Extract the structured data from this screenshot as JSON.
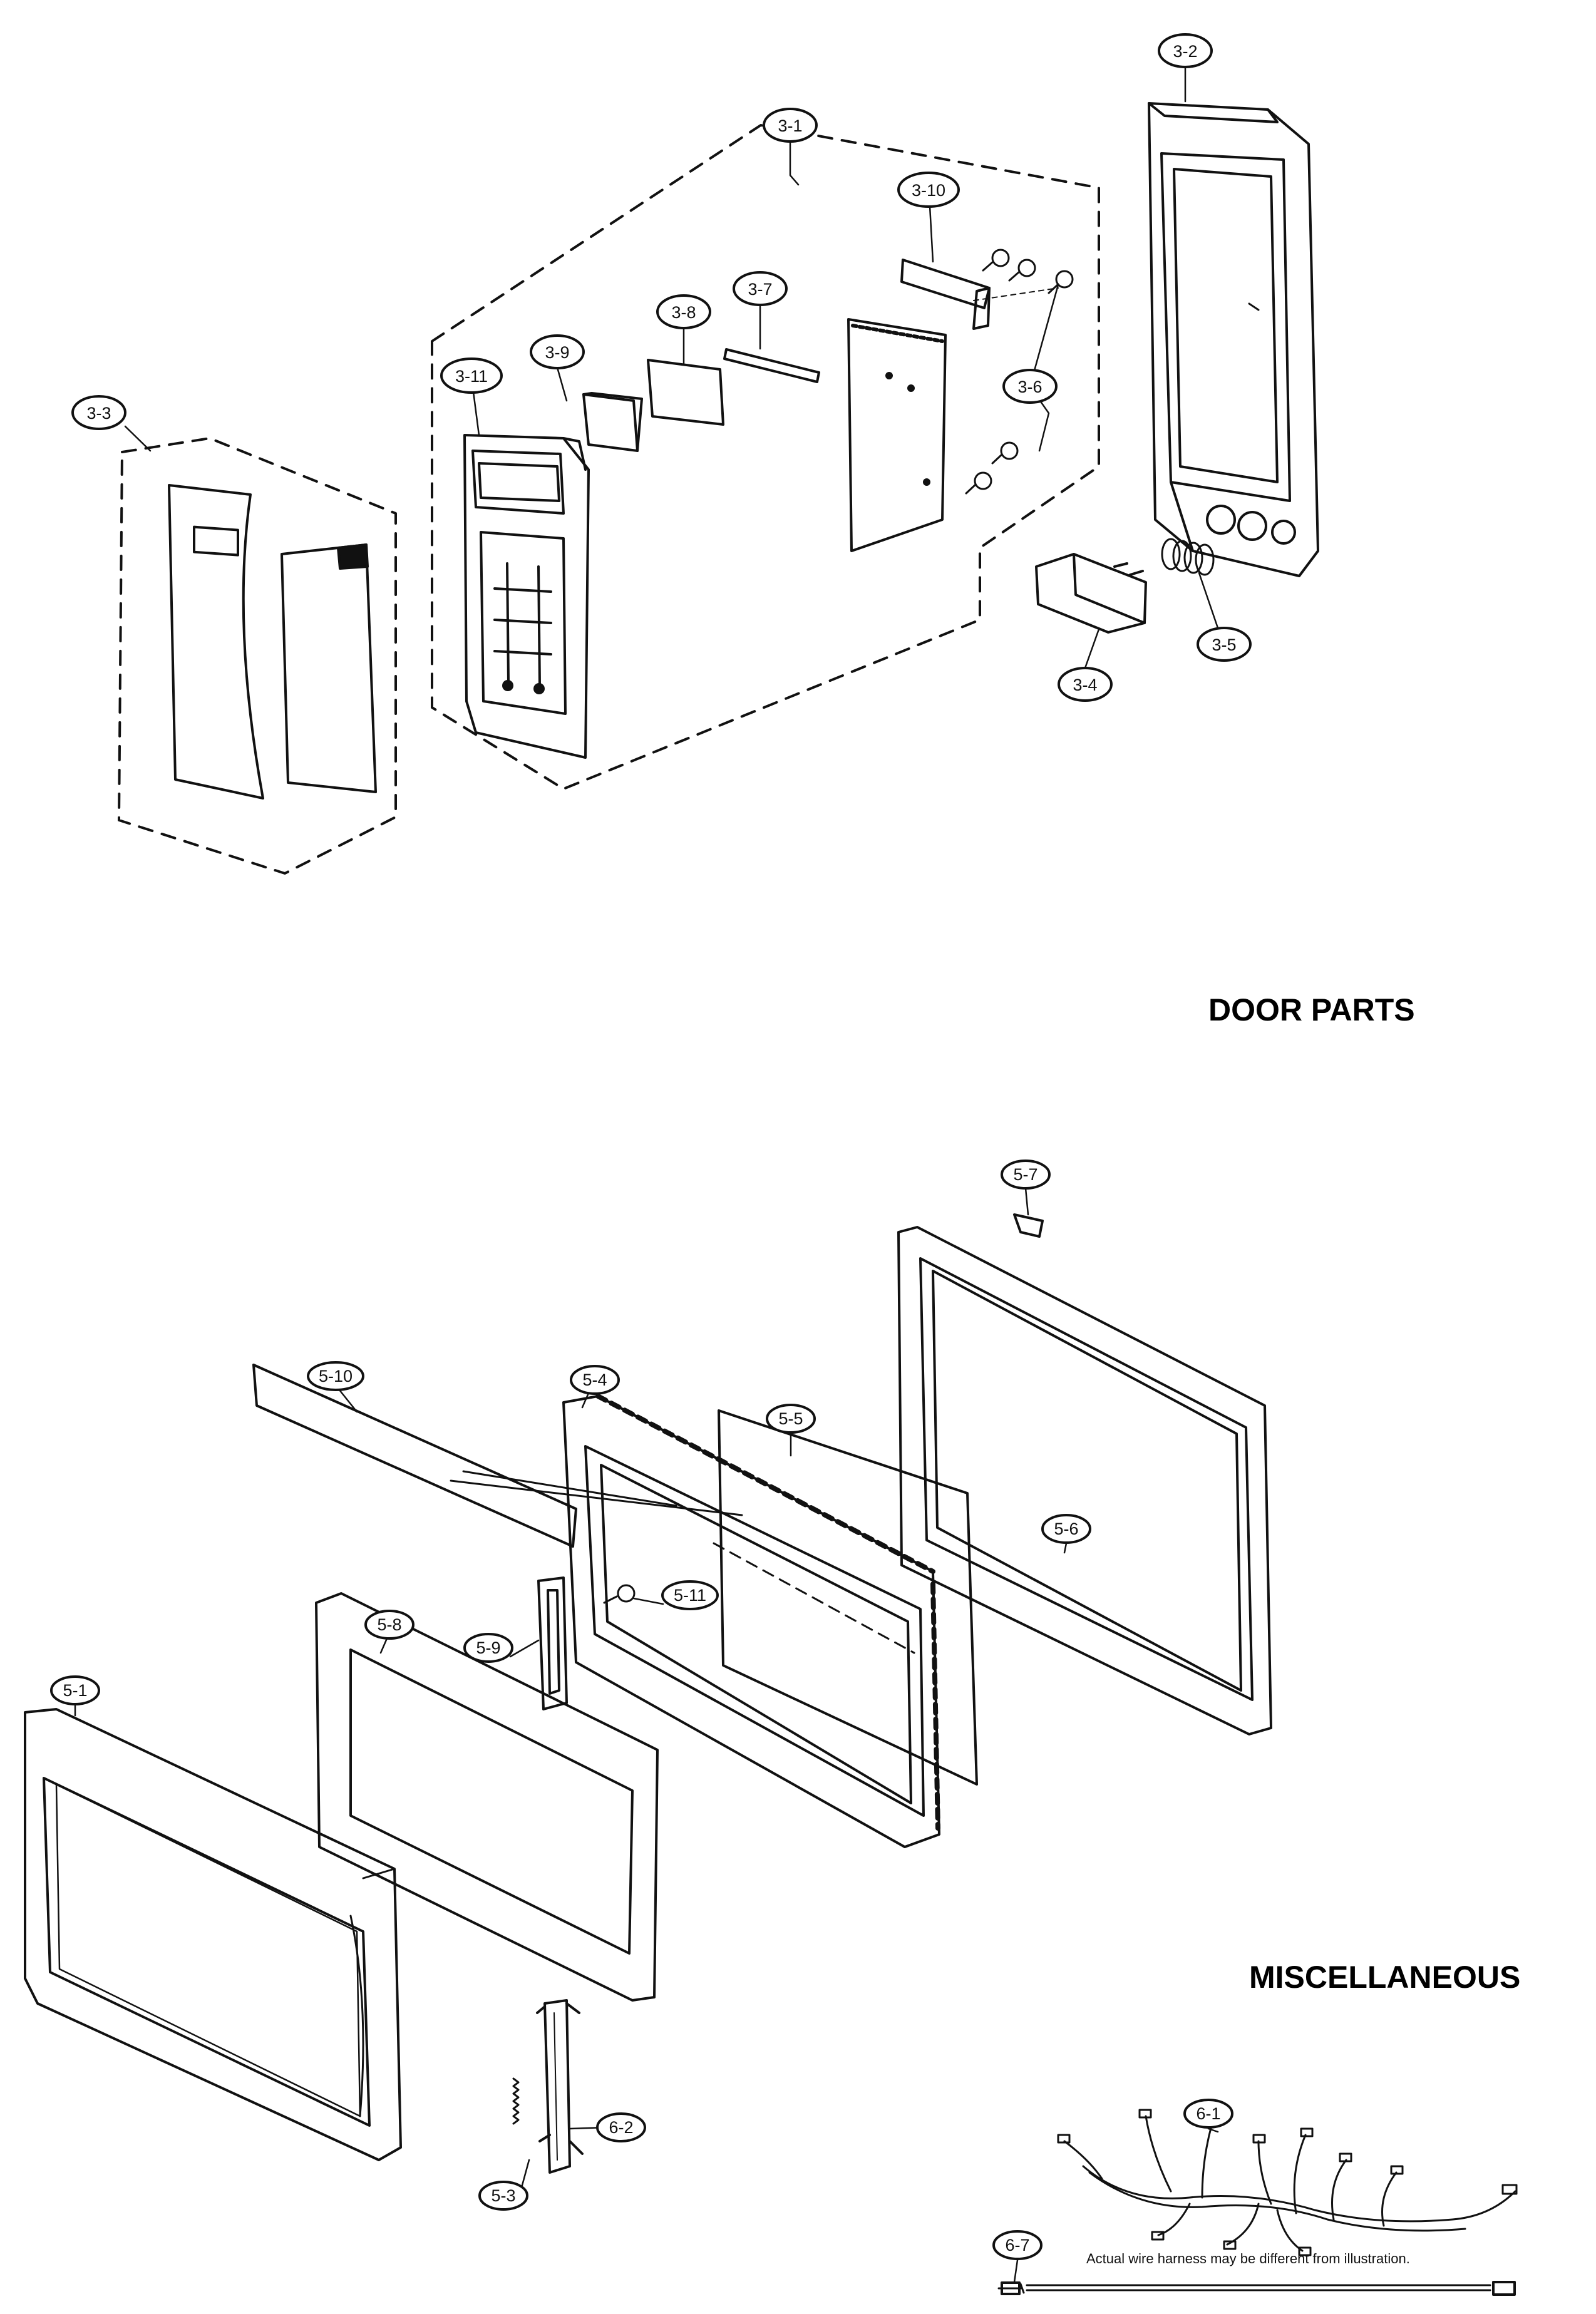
{
  "sections": {
    "door_parts": "DOOR PARTS",
    "miscellaneous": "MISCELLANEOUS"
  },
  "note": "Actual wire harness may be different from illustration.",
  "callouts": {
    "c3_1": "3-1",
    "c3_2": "3-2",
    "c3_3": "3-3",
    "c3_4": "3-4",
    "c3_5": "3-5",
    "c3_6": "3-6",
    "c3_7": "3-7",
    "c3_8": "3-8",
    "c3_9": "3-9",
    "c3_10": "3-10",
    "c3_11": "3-11",
    "c5_1": "5-1",
    "c5_3": "5-3",
    "c5_4": "5-4",
    "c5_5": "5-5",
    "c5_6": "5-6",
    "c5_7": "5-7",
    "c5_8": "5-8",
    "c5_9": "5-9",
    "c5_10": "5-10",
    "c5_11": "5-11",
    "c6_1": "6-1",
    "c6_2": "6-2",
    "c6_7": "6-7"
  }
}
